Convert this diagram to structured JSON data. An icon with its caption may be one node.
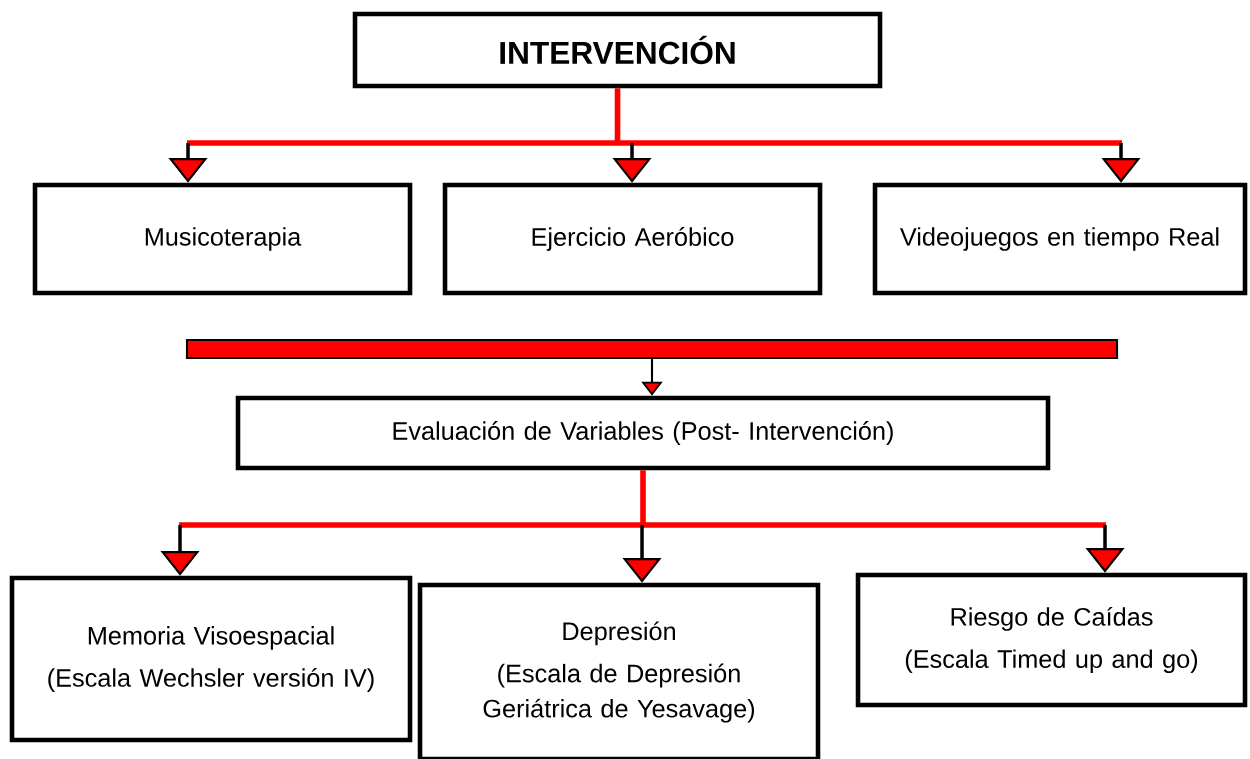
{
  "diagram": {
    "nodes": [
      {
        "text": [
          "INTERVENCIÓN"
        ]
      },
      {
        "text": [
          "Musicoterapia"
        ]
      },
      {
        "text": [
          "Ejercicio Aeróbico"
        ]
      },
      {
        "text": [
          "Videojuegos en tiempo Real"
        ]
      },
      {
        "text": [],
        "shape": "bar"
      },
      {
        "text": [
          "Evaluación de Variables (Post- Intervención)"
        ]
      },
      {
        "text": [
          "Memoria Visoespacial",
          "(Escala Wechsler versión IV)"
        ]
      },
      {
        "text": [
          "Depresión",
          "(Escala de Depresión Geriátrica de Yesavage)"
        ]
      },
      {
        "text": [
          "Riesgo de Caídas",
          "(Escala Timed up and go)"
        ]
      }
    ],
    "edges": [
      {
        "from": 0,
        "to": 1,
        "arrow": "to"
      },
      {
        "from": 0,
        "to": 2,
        "arrow": "to"
      },
      {
        "from": 0,
        "to": 3,
        "arrow": "to"
      },
      {
        "from": 4,
        "to": 5,
        "arrow": "to",
        "color": "#000000"
      },
      {
        "from": 5,
        "to": 6,
        "arrow": "to"
      },
      {
        "from": 5,
        "to": 7,
        "arrow": "to"
      },
      {
        "from": 5,
        "to": 8,
        "arrow": "to"
      }
    ]
  }
}
